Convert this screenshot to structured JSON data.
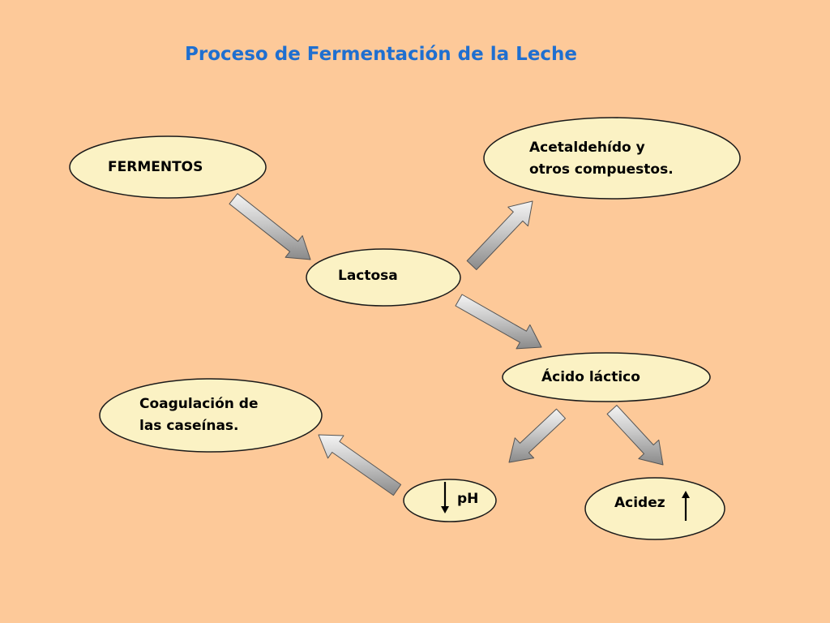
{
  "title": "Proceso de Fermentación de la Leche",
  "colors": {
    "background": "#fdc999",
    "title": "#1f6fd0",
    "node_fill": "#fbf2c4",
    "node_stroke": "#1a1a1a",
    "arrow_light": "#f4f4f4",
    "arrow_dark": "#8a8a8a",
    "arrow_stroke": "#555555"
  },
  "nodes": {
    "fermentos": {
      "lines": [
        "FERMENTOS"
      ]
    },
    "lactosa": {
      "lines": [
        "Lactosa"
      ]
    },
    "acetaldehido": {
      "lines": [
        "Acetaldehído y",
        "otros compuestos."
      ]
    },
    "acido_lactico": {
      "lines": [
        "Ácido láctico"
      ]
    },
    "coagulacion": {
      "lines": [
        "Coagulación de",
        "las caseínas."
      ]
    },
    "ph": {
      "lines": [
        "pH"
      ],
      "indicator": "down-arrow-icon"
    },
    "acidez": {
      "lines": [
        "Acidez"
      ],
      "indicator": "up-arrow-icon"
    }
  },
  "edges": [
    {
      "from": "fermentos",
      "to": "lactosa"
    },
    {
      "from": "lactosa",
      "to": "acetaldehido"
    },
    {
      "from": "lactosa",
      "to": "acido_lactico"
    },
    {
      "from": "acido_lactico",
      "to": "ph"
    },
    {
      "from": "acido_lactico",
      "to": "acidez"
    },
    {
      "from": "ph",
      "to": "coagulacion"
    }
  ]
}
